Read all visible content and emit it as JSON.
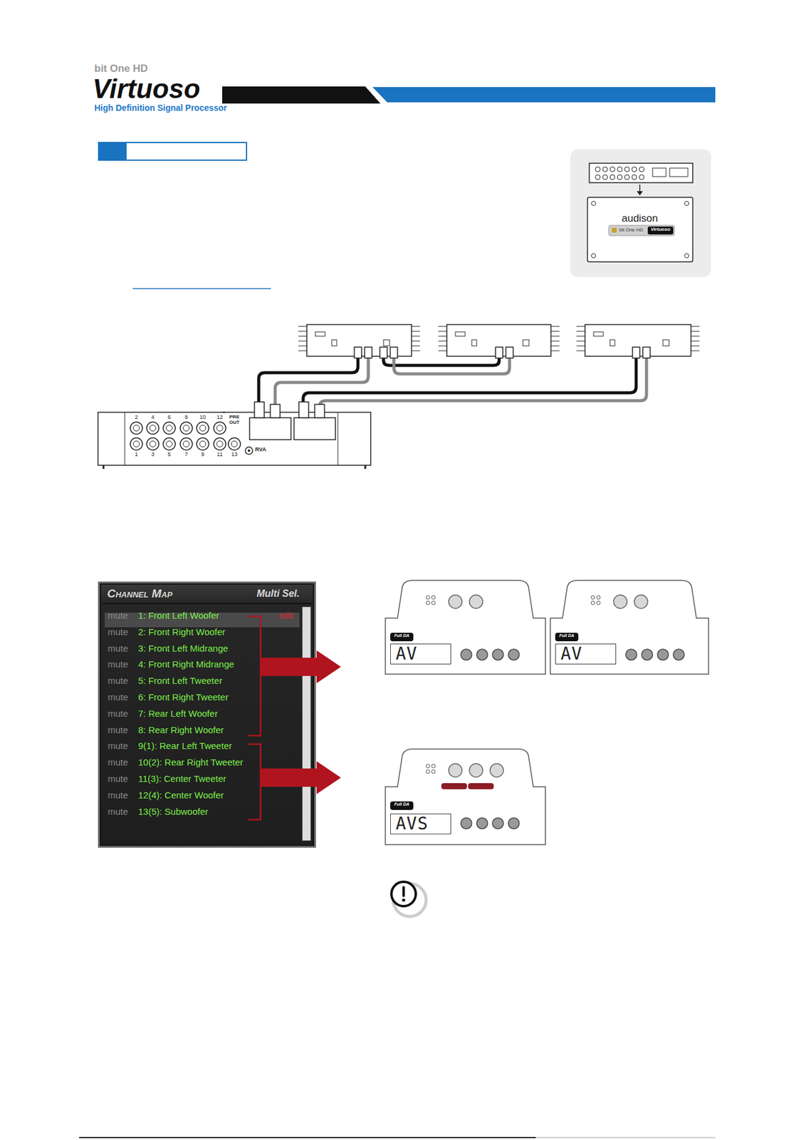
{
  "diagram": {
    "nodes": [
      {
        "text": [
          "Channel Map",
          "Multi Sel."
        ]
      },
      {
        "text": [
          "AV"
        ]
      },
      {
        "text": [
          "AV"
        ]
      },
      {
        "text": [
          "AVS"
        ]
      }
    ],
    "labels": [
      "bit One HD",
      "Virtuoso",
      "High Definition Signal Processor",
      "audison",
      "bit One HD",
      "Virtuoso",
      "2",
      "4",
      "6",
      "8",
      "10",
      "12",
      "1",
      "3",
      "5",
      "7",
      "9",
      "11",
      "13",
      "PRE OUT",
      "RVA",
      "mute",
      "1: Front Left Woofer",
      "mute",
      "2: Front Right Woofer",
      "mute",
      "3: Front Left Midrange",
      "mute",
      "4: Front Right Midrange",
      "mute",
      "5: Front Left Tweeter",
      "mute",
      "6: Front Right Tweeter",
      "mute",
      "7: Rear Left Woofer",
      "mute",
      "8: Rear Right Woofer",
      "mute",
      "9(1): Rear Left Tweeter",
      "mute",
      "10(2): Rear Right Tweeter",
      "mute",
      "11(3): Center Tweeter",
      "mute",
      "12(4): Center Woofer",
      "mute",
      "13(5): Subwoofer",
      "edit",
      "Full DA",
      "Full DA",
      "Full DA"
    ]
  }
}
